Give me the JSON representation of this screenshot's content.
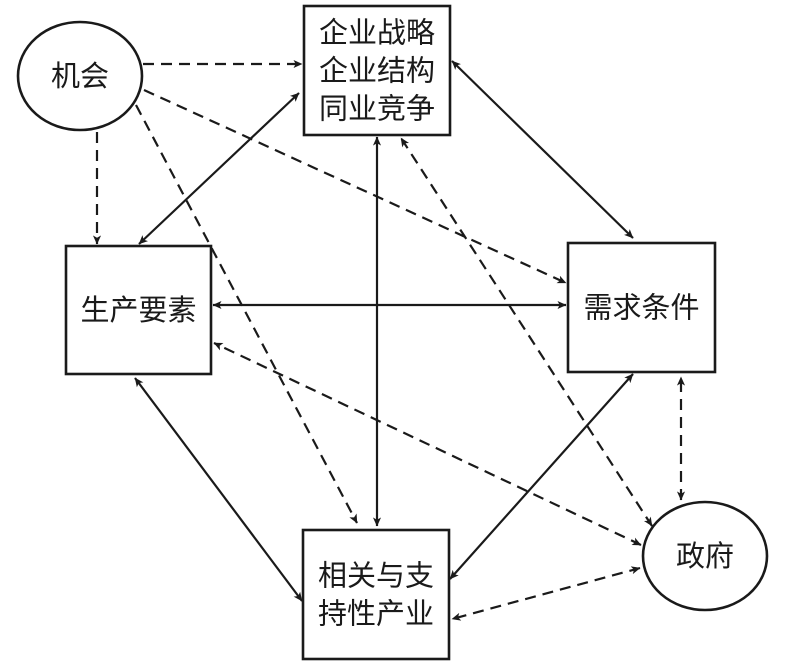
{
  "diagram": {
    "title": "",
    "nodes": [
      {
        "id": "chance",
        "shape": "ellipse",
        "lines": [
          "机会"
        ]
      },
      {
        "id": "strategy",
        "shape": "box",
        "lines": [
          "企业战略",
          "企业结构",
          "同业竞争"
        ]
      },
      {
        "id": "factor",
        "shape": "box",
        "lines": [
          "生产要素"
        ]
      },
      {
        "id": "demand",
        "shape": "box",
        "lines": [
          "需求条件"
        ]
      },
      {
        "id": "related",
        "shape": "box",
        "lines": [
          "相关与支",
          "持性产业"
        ]
      },
      {
        "id": "government",
        "shape": "ellipse",
        "lines": [
          "政府"
        ]
      }
    ],
    "edges": [
      {
        "from": "chance",
        "to": "strategy",
        "style": "dashed",
        "direction": "forward"
      },
      {
        "from": "chance",
        "to": "factor",
        "style": "dashed",
        "direction": "forward"
      },
      {
        "from": "chance",
        "to": "demand",
        "style": "dashed",
        "direction": "forward"
      },
      {
        "from": "chance",
        "to": "related",
        "style": "dashed",
        "direction": "forward"
      },
      {
        "from": "strategy",
        "to": "factor",
        "style": "solid",
        "direction": "both"
      },
      {
        "from": "strategy",
        "to": "demand",
        "style": "solid",
        "direction": "both"
      },
      {
        "from": "strategy",
        "to": "related",
        "style": "solid",
        "direction": "both"
      },
      {
        "from": "factor",
        "to": "demand",
        "style": "solid",
        "direction": "both"
      },
      {
        "from": "factor",
        "to": "related",
        "style": "solid",
        "direction": "both"
      },
      {
        "from": "demand",
        "to": "related",
        "style": "solid",
        "direction": "both"
      },
      {
        "from": "government",
        "to": "strategy",
        "style": "dashed",
        "direction": "both"
      },
      {
        "from": "government",
        "to": "factor",
        "style": "dashed",
        "direction": "both"
      },
      {
        "from": "government",
        "to": "demand",
        "style": "dashed",
        "direction": "both"
      },
      {
        "from": "government",
        "to": "related",
        "style": "dashed",
        "direction": "both"
      }
    ]
  }
}
